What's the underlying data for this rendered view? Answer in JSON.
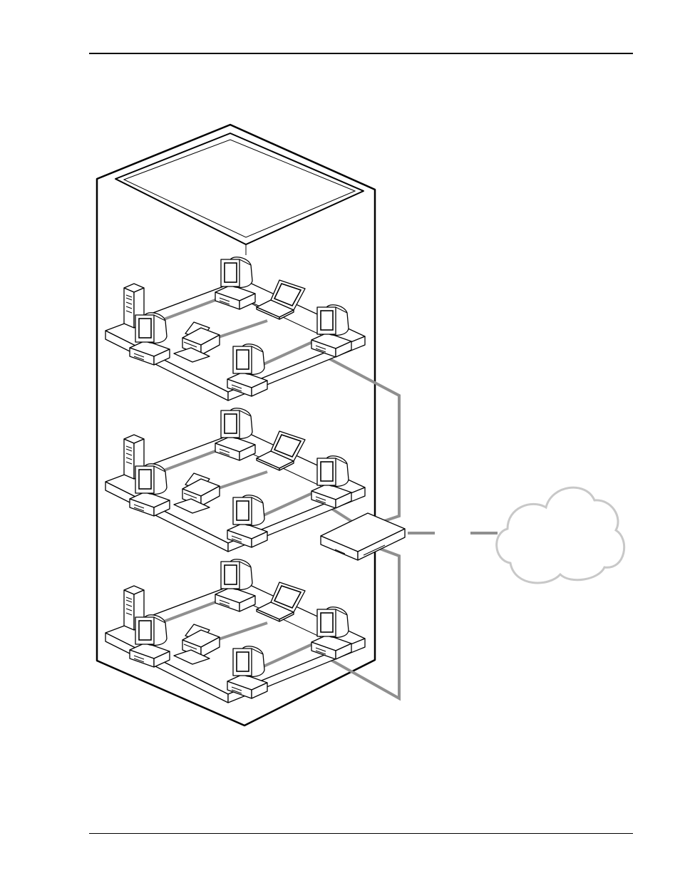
{
  "diagram": {
    "floors": [
      {
        "name": "floor-top"
      },
      {
        "name": "floor-middle"
      },
      {
        "name": "floor-bottom"
      }
    ],
    "devices_per_floor": [
      "server-tower",
      "workstation",
      "workstation",
      "workstation",
      "workstation",
      "laptop",
      "printer"
    ],
    "colors": {
      "ink": "#000000",
      "cable": "#8f8f8f",
      "cloud": "#c8c8c8",
      "background": "#ffffff"
    },
    "icons": [
      "building-icon",
      "server-tower-icon",
      "workstation-icon",
      "laptop-icon",
      "printer-icon",
      "router-icon",
      "cloud-icon"
    ]
  }
}
